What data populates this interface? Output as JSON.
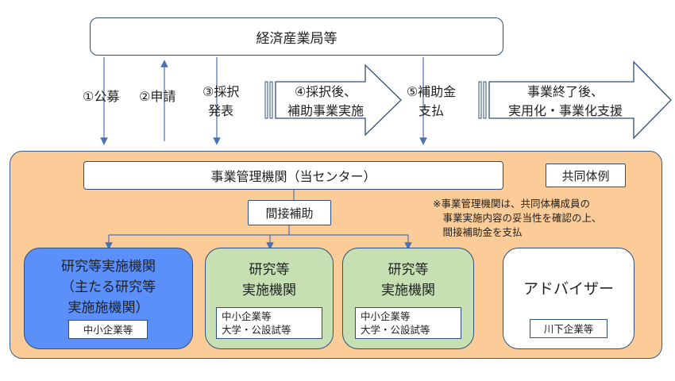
{
  "ministry": "経済産業局等",
  "steps": {
    "s1": "①公募",
    "s2": "②申請",
    "s3": "③採択\n発表",
    "s4": "④採択後、\n補助事業実施",
    "s5": "⑤補助金\n支払",
    "s6": "事業終了後、\n実用化・事業化支援"
  },
  "consortium_example": "共同体例",
  "management_org": "事業管理機関（当センター）",
  "indirect_subsidy": "間接補助",
  "note": "※事業管理機関は、共同体構成員の\n　事業実施内容の妥当性を確認の上、\n　間接補助金を支払",
  "orgs": [
    {
      "title": "研究等実施機関\n（主たる研究等\n実施施機関）",
      "tag": "中小企業等"
    },
    {
      "title": "研究等\n実施機関",
      "tag": "中小企業等\n大学・公設試等"
    },
    {
      "title": "研究等\n実施機関",
      "tag": "中小企業等\n大学・公設試等"
    },
    {
      "title": "アドバイザー",
      "tag": "川下企業等"
    }
  ],
  "colors": {
    "line": "#4a72b0",
    "panel": "#fbcb98",
    "main_org": "#5b8ff9",
    "sub_org": "#c6e0b4",
    "advisor": "#ffffff"
  }
}
